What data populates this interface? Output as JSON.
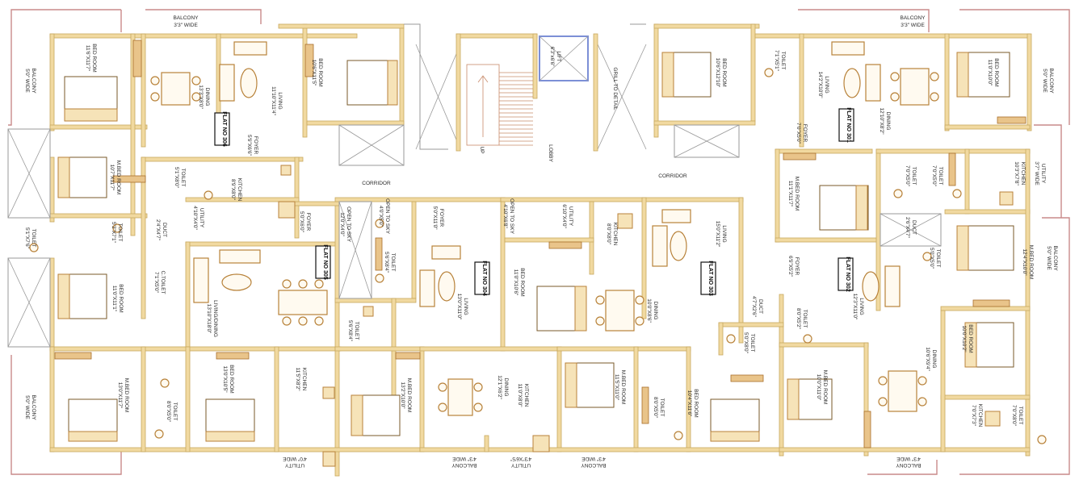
{
  "labels": {
    "balcony_tl": "BALCONY",
    "balcony_tl_w": "3'3\" WIDE",
    "balcony_tr": "BALCONY",
    "balcony_tr_w": "3'3\" WIDE",
    "balcony_left_top": "BALCONY",
    "balcony_left_top_w": "5'0\" WIDE",
    "balcony_left_bot": "BALCONY",
    "balcony_left_bot_w": "5'0\" WIDE",
    "balcony_right_top": "BALCONY",
    "balcony_right_top_w": "5'0\" WIDE",
    "balcony_right_mid": "BALCONY",
    "balcony_right_mid_w": "5'0\" WIDE",
    "balcony_bot1": "BALCONY",
    "balcony_bot1_w": "4'3\" WIDE",
    "balcony_bot2": "BALCONY",
    "balcony_bot2_w": "4'3\" WIDE",
    "balcony_bot3": "BALCONY",
    "balcony_bot3_w": "4'3\" WIDE",
    "utility_bot1": "UTILITY",
    "utility_bot1_w": "4'0\" WIDE",
    "utility_bot2": "UTILITY",
    "utility_bot2_w": "4'3\"X6'5\"",
    "utility_right": "UTILITY",
    "utility_right_w": "3'7\" WIDE",
    "lift": "LIFT",
    "lift_size": "6'3\"x6'6\"",
    "lobby": "LOBBY",
    "up": "UP",
    "grill": "GRILL TO DETAIL",
    "corridor_left": "CORRIDOR",
    "corridor_right": "CORRIDOR",
    "flat_306": "FLAT NO 306",
    "flat_305": "FLAT NO 305",
    "flat_304": "FLAT NO 304",
    "flat_303": "FLAT NO 303",
    "flat_302": "FLAT NO 302",
    "flat_301": "FLAT NO 301",
    "r306_bed": "BED ROOM",
    "r306_bed_s": "11'6\"X11'7\"",
    "r306_dining": "DINING",
    "r306_dining_s": "13'3\"X8'0\"",
    "r306_living": "LIVING",
    "r306_living_s": "11'10\"X11'4\"",
    "r306_bed2": "BED ROOM",
    "r306_bed2_s": "10'6\"X11'5\"",
    "r306_foyer": "FOYER",
    "r306_foyer_s": "5'9\"X6'6\"",
    "r306_mbed": "M.BED ROOM",
    "r306_mbed_s": "10'7\"X11'7\"",
    "r306_toilet": "TOILET",
    "r306_toilet_s": "5'1\"X8'0\"",
    "r306_kitchen": "KITCHEN",
    "r306_kitchen_s": "8'9\"X8'0\"",
    "r306_toilet2": "TOILET",
    "r306_toilet2_s": "5'3\"X7'1\"",
    "r305_toilet": "TOILET",
    "r305_toilet_s": "5'1\"X7'6\"",
    "r305_duct": "DUCT",
    "r305_duct_s": "2'4\"X4'7\"",
    "r305_utility": "UTILITY",
    "r305_utility_s": "4'10\"X4'0\"",
    "r305_foyer": "FOYER",
    "r305_foyer_s": "5'0\"X6'0\"",
    "r305_bed": "BED ROOM",
    "r305_bed_s": "11'0\"X11'1\"",
    "r305_ctoilet": "C.TOILET",
    "r305_ctoilet_s": "7'1\"X5'0\"",
    "r305_living": "LIVING/DINING",
    "r305_living_s": "13'10\"X18'0\"",
    "r305_mbed": "M.BED ROOM",
    "r305_mbed_s": "13'0\"X11'7\"",
    "r305_toilet3": "TOILET",
    "r305_toilet3_s": "8'0\"X5'0\"",
    "r305_bed2": "BED ROOM",
    "r305_bed2_s": "13'0\"X10'5\"",
    "r305_kitchen": "KITCHEN",
    "r305_kitchen_s": "11'5\"X8'2\"",
    "r304_open": "OPEN TO SKY",
    "r304_open_s": "12'0\"X4'0\"",
    "r304_open2": "OPEN TO SKY",
    "r304_open2_s": "4'0\"X5'0\"",
    "r304_foyer": "FOYER",
    "r304_foyer_s": "5'0\"X11'0\"",
    "r304_toilet": "TOILET",
    "r304_toilet_s": "5'6\"X8'4\"",
    "r304_living": "LIVING",
    "r304_living_s": "13'0\"X11'0\"",
    "r304_toilet2": "TOILET",
    "r304_toilet2_s": "5'6\"X8'4\"",
    "r304_mbed": "M.BED ROOM",
    "r304_mbed_s": "13'2\"X10'0\"",
    "r304_dining": "DINING",
    "r304_dining_s": "12'1\"X6'2\"",
    "r304_kitchen": "KITCHEN",
    "r304_kitchen_s": "11'0\"X8'0\"",
    "r303_open": "OPEN TO SKY",
    "r303_open_s": "4'10\"X6'8\"",
    "r303_utility": "UTILITY",
    "r303_utility_s": "6'10\"X4'0\"",
    "r303_kitchen": "KITCHEN",
    "r303_kitchen_s": "8'0\"X8'0\"",
    "r303_bed": "BED ROOM",
    "r303_bed_s": "11'0\"X10'6\"",
    "r303_dining": "DINING",
    "r303_dining_s": "10'0\"X8'6\"",
    "r303_living": "LIVING",
    "r303_living_s": "15'0\"X11'2\"",
    "r303_mbed": "M.BED ROOM",
    "r303_mbed_s": "11'5\"X11'0\"",
    "r303_toilet": "TOILET",
    "r303_toilet_s": "8'0\"X5'0\"",
    "r303_bed2": "BED ROOM",
    "r303_bed2_s": "10'4\"X11'6\"",
    "r302_foyer": "FOYER",
    "r302_foyer_s": "6'9\"X5'2\"",
    "r302_living": "LIVING",
    "r302_living_s": "12'3\"X11'0\"",
    "r302_duct": "DUCT",
    "r302_duct_s": "4'7\"X2'6\"",
    "r302_toilet": "TOILET",
    "r302_toilet_s": "5'0\"X8'0\"",
    "r302_toilet2": "TOILET",
    "r302_toilet2_s": "8'0\"X5'2\"",
    "r302_mbed": "M.BED ROOM",
    "r302_mbed_s": "10'0\"X11'0\"",
    "r302_dining": "DINING",
    "r302_dining_s": "10'6\"X9'4\"",
    "r302_bed": "BED ROOM",
    "r302_bed_s": "10'0\"X10'2\"",
    "r302_mbed2": "M.BED ROOM",
    "r302_mbed2_s": "12'4\"X10'0\"",
    "r302_kitchen": "KITCHEN",
    "r302_kitchen_s": "7'0\"X7'3\"",
    "r302_toilet3": "TOILET",
    "r302_toilet3_s": "7'0\"X8'0\"",
    "r301_bed": "BED ROOM",
    "r301_bed_s": "10'6\"X12'10\"",
    "r301_toilet": "TOILET",
    "r301_toilet_s": "7'1\"X5'1\"",
    "r301_living": "LIVING",
    "r301_living_s": "14'2\"X10'0\"",
    "r301_dining": "DINING",
    "r301_dining_s": "12'10\"X8'2\"",
    "r301_bed2": "BED ROOM",
    "r301_bed2_s": "11'0\"X10'0\"",
    "r301_foyer": "FOYER",
    "r301_foyer_s": "7'0\"X5'0\"",
    "r301_mbed": "M.BED ROOM",
    "r301_mbed_s": "11'1\"X11'7\"",
    "r301_toilet2": "TOILET",
    "r301_toilet2_s": "7'0\"X5'0\"",
    "r301_toilet3": "TOILET",
    "r301_toilet3_s": "7'0\"X5'0\"",
    "r301_kitchen": "KITCHEN",
    "r301_kitchen_s": "10'3\"X7'8\"",
    "r301_duct": "DUCT",
    "r301_duct_s": "2'6\"X4'7\"",
    "r301_toilet4": "TOILET",
    "r301_toilet4_s": "5'0\"X5'0\""
  }
}
